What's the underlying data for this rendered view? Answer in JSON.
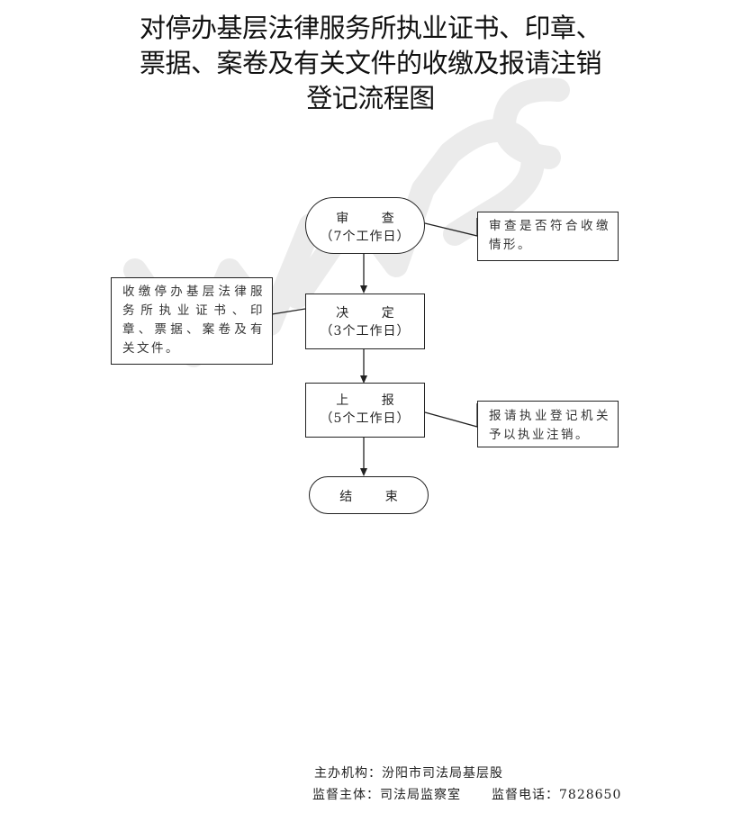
{
  "title": {
    "line1": "对停办基层法律服务所执业证书、印章、",
    "line2": "票据、案卷及有关文件的收缴及报请注销",
    "line3": "登记流程图"
  },
  "steps": [
    {
      "label": "审  查",
      "duration": "（7个工作日）"
    },
    {
      "label": "决  定",
      "duration": "（3个工作日）"
    },
    {
      "label": "上  报",
      "duration": "（5个工作日）"
    },
    {
      "label": "结  束"
    }
  ],
  "notes": {
    "review": "审查是否符合收缴情形。",
    "decision": "收缴停办基层法律服务所执业证书、印章、票据、案卷及有关文件。",
    "report": "报请执业登记机关予以执业注销。"
  },
  "footer": {
    "organizer_label": "主办机构：",
    "organizer": "汾阳市司法局基层股",
    "supervisor_label": "监督主体：",
    "supervisor": "司法局监察室",
    "phone_label": "监督电话：",
    "phone": "7828650"
  },
  "colors": {
    "line": "#222222",
    "watermark": "#e6e6e6"
  }
}
